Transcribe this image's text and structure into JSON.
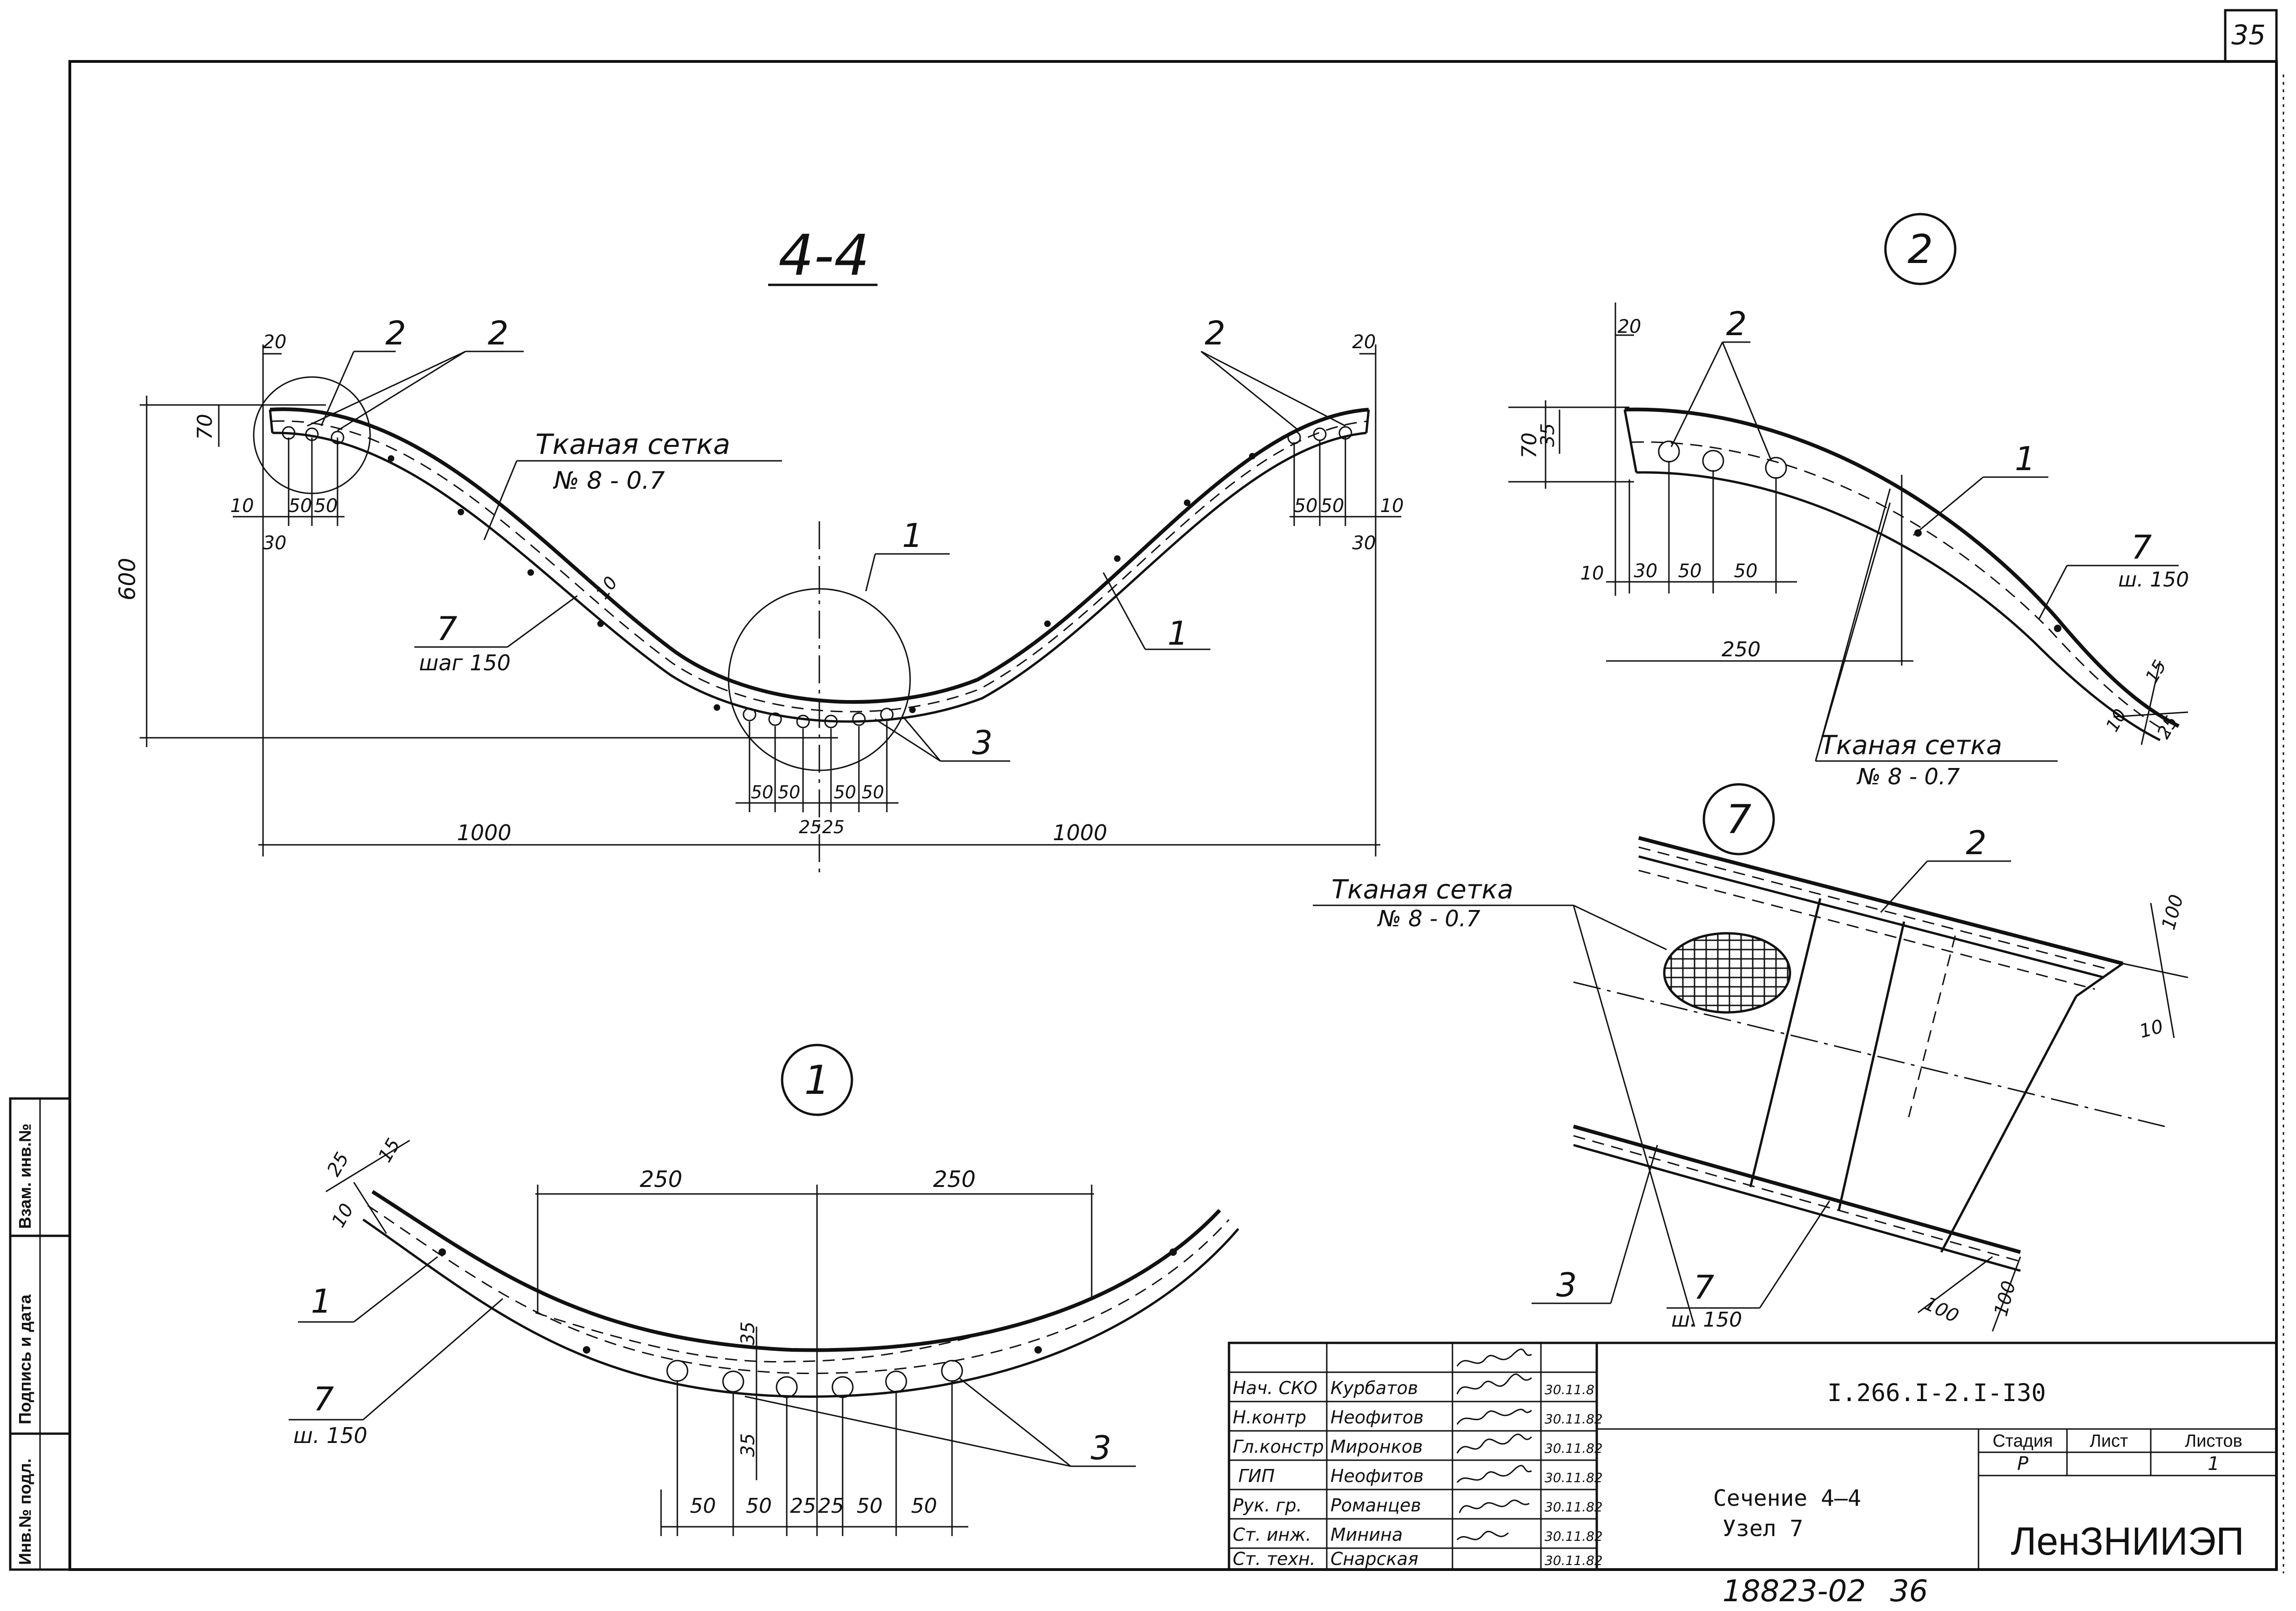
{
  "sheet": {
    "page_number": "35",
    "footer_number": "18823-02",
    "footer_sheet": "36"
  },
  "section_4_4": {
    "title": "4-4",
    "mesh_label": "Тканая сетка",
    "mesh_spec": "№ 8 - 0.7",
    "callout_2": "2",
    "callout_2b": "2",
    "callout_2_right": "2",
    "callout_1": "1",
    "callout_1b": "1",
    "callout_3": "3",
    "callout_7": "7",
    "step_label": "шаг 150",
    "dims": {
      "d20_left": "20",
      "d20_right": "20",
      "d70": "70",
      "d600": "600",
      "d10_left": "10",
      "d30_left": "30",
      "d50a_left": "50",
      "d50b_left": "50",
      "d50a_right": "50",
      "d50b_right": "50",
      "d10_right": "10",
      "d30_right": "30",
      "d1000_left": "1000",
      "d1000_right": "1000",
      "d50_1": "50",
      "d50_2": "50",
      "d50_3": "50",
      "d50_4": "50",
      "d25_1": "25",
      "d25_2": "25",
      "d10_mid": "10"
    }
  },
  "node_2": {
    "marker": "2",
    "callout_2": "2",
    "callout_1": "1",
    "callout_7": "7",
    "step_label": "ш. 150",
    "mesh_label": "Тканая сетка",
    "mesh_spec": "№ 8 - 0.7",
    "dims": {
      "d20": "20",
      "d35": "35",
      "d70": "70",
      "d10": "10",
      "d30": "30",
      "d50a": "50",
      "d50b": "50",
      "d250": "250",
      "d15": "15",
      "d10b": "10",
      "d25": "25"
    }
  },
  "node_7": {
    "marker": "7",
    "mesh_label": "Тканая сетка",
    "mesh_spec": "№ 8 - 0.7",
    "callout_2": "2",
    "callout_3": "3",
    "callout_7": "7",
    "step_label": "ш. 150",
    "dims": {
      "d100_top": "100",
      "d10": "10",
      "d100_a": "100",
      "d100_b": "100"
    }
  },
  "node_1": {
    "marker": "1",
    "callout_1": "1",
    "callout_7": "7",
    "step_label": "ш. 150",
    "callout_3": "3",
    "dims": {
      "d250_left": "250",
      "d250_right": "250",
      "d25": "25",
      "d15": "15",
      "d10": "10",
      "d35_top": "35",
      "d35_bot": "35",
      "b1": "50",
      "b2": "50",
      "b3": "25",
      "b4": "25",
      "b5": "50",
      "b6": "50"
    }
  },
  "side_stamp": {
    "cell_1": "Инв.№ подл.",
    "cell_2": "Подпись и дата",
    "cell_3": "Взам. инв.№"
  },
  "title_block": {
    "doc_code": "I.266.I-2.I-I30",
    "rows": [
      {
        "role": "Нач. СКО",
        "name": "Курбатов",
        "date": "30.11.8"
      },
      {
        "role": "Н.контр",
        "name": "Неофитов",
        "date": "30.11.82"
      },
      {
        "role": "Гл.констр",
        "name": "Миронков",
        "date": "30.11.82"
      },
      {
        "role": "ГИП",
        "name": "Неофитов",
        "date": "30.11.82"
      },
      {
        "role": "Рук. гр.",
        "name": "Романцев",
        "date": "30.11.82"
      },
      {
        "role": "Ст. инж.",
        "name": "Минина",
        "date": "30.11.82"
      },
      {
        "role": "Ст. техн.",
        "name": "Снарская",
        "date": "30.11.82"
      }
    ],
    "sheet_name_1": "Сечение 4–4",
    "sheet_name_2": "Узел 7",
    "stage_header": "Стадия",
    "sheet_header": "Лист",
    "sheets_header": "Листов",
    "stage_value": "Р",
    "sheet_value": "",
    "sheets_value": "1",
    "organization": "ЛенЗНИИЭП"
  }
}
